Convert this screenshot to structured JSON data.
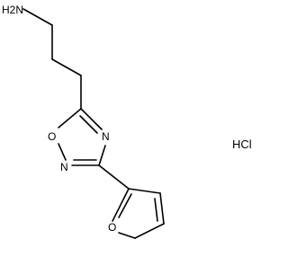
{
  "structure": {
    "amine_label": "H2N",
    "oxadiazole_o_label": "O",
    "oxadiazole_n4_label": "N",
    "oxadiazole_n2_label": "N",
    "furan_o_label": "O",
    "salt_label": "HCl"
  }
}
